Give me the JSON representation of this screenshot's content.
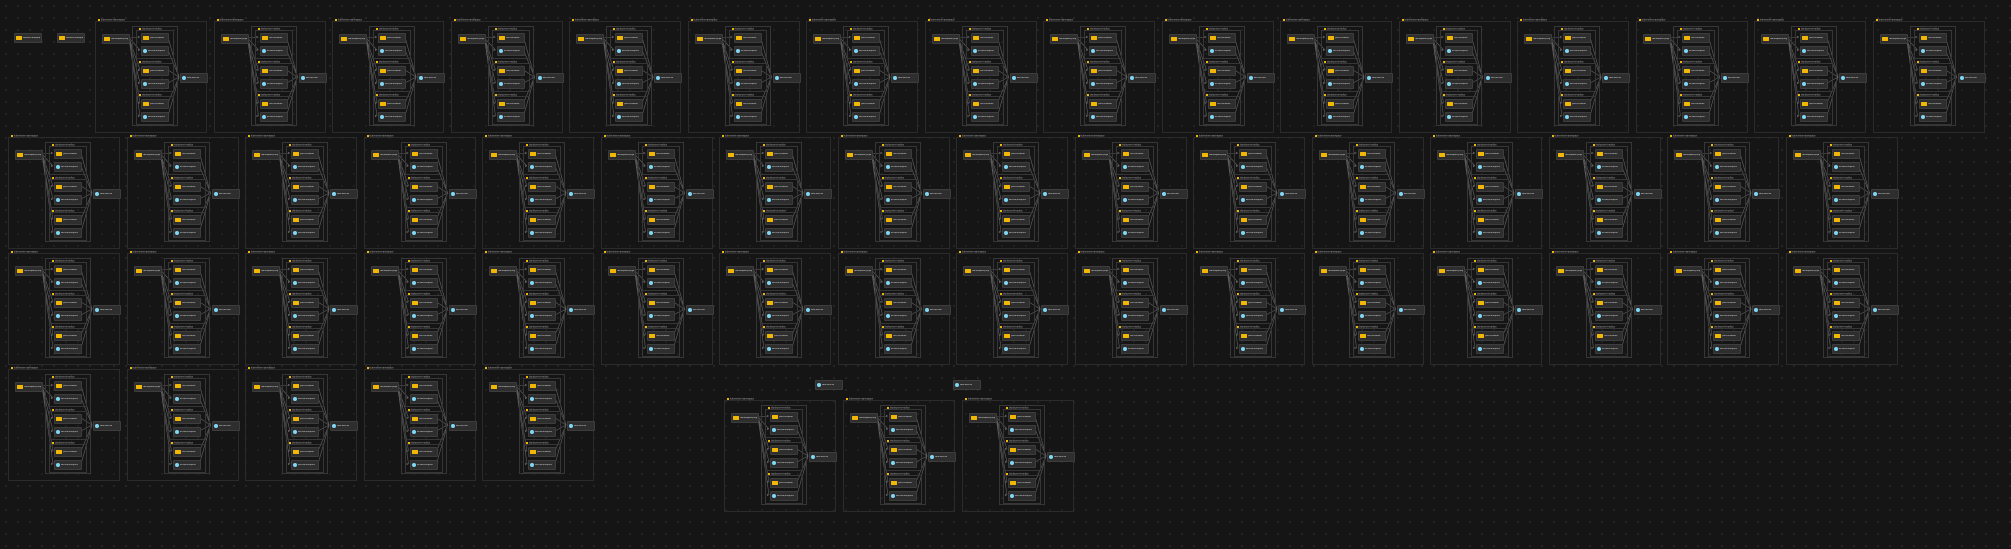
{
  "diagram": {
    "colors": {
      "background": "#151515",
      "folder": "#f2b705",
      "service": "#7fd8f5",
      "node_fill": "#2e2e2e",
      "edge": "#8a8a8a"
    },
    "top_left_nodes": [
      {
        "icon": "folder-icon",
        "label": "default-namespace"
      },
      {
        "icon": "folder-icon",
        "label": "default-namespace"
      }
    ],
    "group_rows": [
      {
        "count": 16,
        "layout": "a"
      },
      {
        "count": 16,
        "layout": "b"
      },
      {
        "count": 16,
        "layout": "b"
      },
      {
        "count": 5,
        "layout": "b"
      }
    ],
    "lower_groups": 3,
    "group": {
      "title": "kubernetes-namespace",
      "root": {
        "icon": "folder-icon",
        "label": "namespace-project"
      },
      "service": {
        "icon": "circle-icon",
        "label": "web-service"
      },
      "subgroups": [
        {
          "title": "deployment-replica",
          "children": [
            {
              "icon": "folder-icon",
              "label": "pod-container"
            },
            {
              "icon": "circle-icon",
              "label": "service-endpoint"
            }
          ]
        },
        {
          "title": "deployment-replica",
          "children": [
            {
              "icon": "folder-icon",
              "label": "pod-container"
            },
            {
              "icon": "circle-icon",
              "label": "service-endpoint"
            }
          ]
        },
        {
          "title": "deployment-replica",
          "children": [
            {
              "icon": "folder-icon",
              "label": "pod-container"
            },
            {
              "icon": "circle-icon",
              "label": "service-endpoint"
            }
          ]
        }
      ]
    },
    "floating_services": [
      {
        "icon": "circle-icon",
        "label": "web-service"
      },
      {
        "icon": "circle-icon",
        "label": "web-service"
      }
    ]
  }
}
